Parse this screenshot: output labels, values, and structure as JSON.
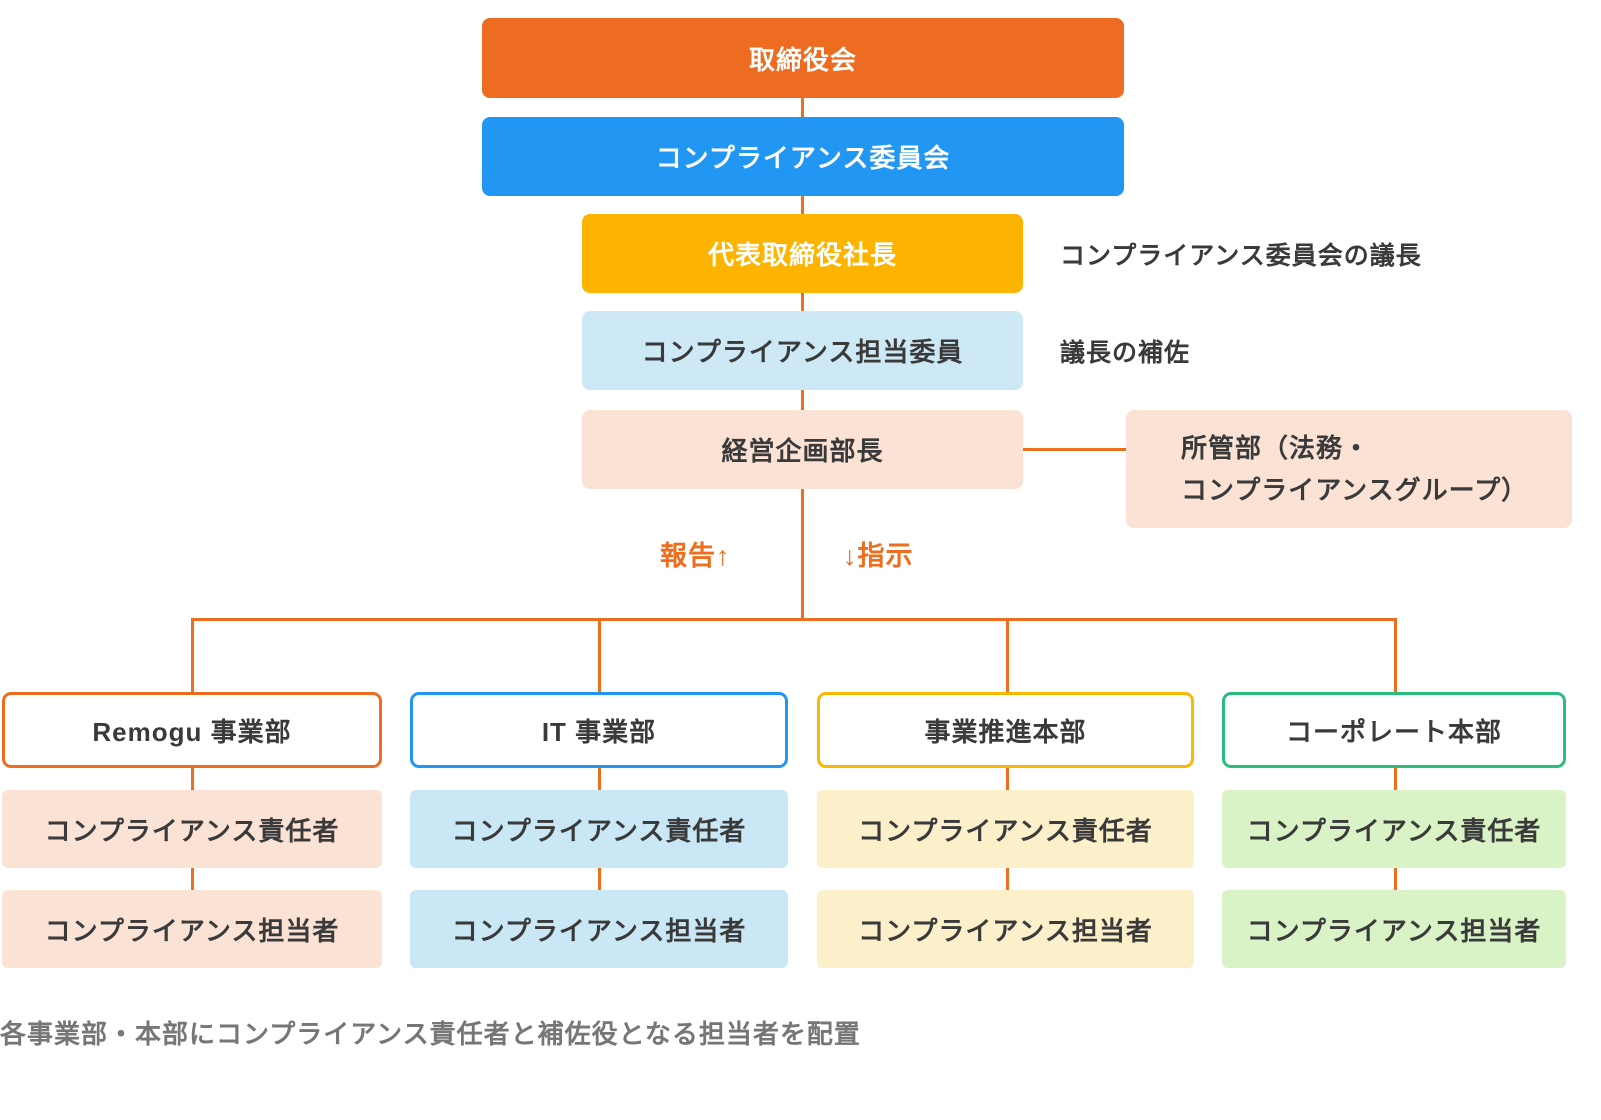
{
  "top_stack": {
    "board": {
      "label": "取締役会"
    },
    "committee": {
      "label": "コンプライアンス委員会"
    },
    "president": {
      "label": "代表取締役社長",
      "note": "コンプライアンス委員会の議長"
    },
    "officer": {
      "label": "コンプライアンス担当委員",
      "note": "議長の補佐"
    },
    "planning": {
      "label": "経営企画部長"
    },
    "department": {
      "line1": "所管部（法務・",
      "line2": "コンプライアンスグループ）"
    }
  },
  "flow_labels": {
    "report": "報告↑",
    "instruction": "↓指示"
  },
  "divisions": [
    {
      "name": "Remogu 事業部",
      "manager": "コンプライアンス責任者",
      "staff": "コンプライアンス担当者",
      "accent_color": "#ee6c22",
      "fill_color": "#fae2d5"
    },
    {
      "name": "IT 事業部",
      "manager": "コンプライアンス責任者",
      "staff": "コンプライアンス担当者",
      "accent_color": "#2196f3",
      "fill_color": "#c9e7f5"
    },
    {
      "name": "事業推進本部",
      "manager": "コンプライアンス責任者",
      "staff": "コンプライアンス担当者",
      "accent_color": "#fcb705",
      "fill_color": "#fcf0cb"
    },
    {
      "name": "コーポレート本部",
      "manager": "コンプライアンス責任者",
      "staff": "コンプライアンス担当者",
      "accent_color": "#2bbd7e",
      "fill_color": "#d9f2c6"
    }
  ],
  "caption": "各事業部・本部にコンプライアンス責任者と補佐役となる担当者を配置",
  "colors": {
    "board_box": "#ee6c22",
    "committee_box": "#2196f3",
    "president_box": "#fdb400",
    "officer_box": "#cde9f6",
    "planning_box": "#fae2d5",
    "connector": "#ee6d1f",
    "dark_text": "#3a3a3a",
    "caption_text": "#767676"
  }
}
